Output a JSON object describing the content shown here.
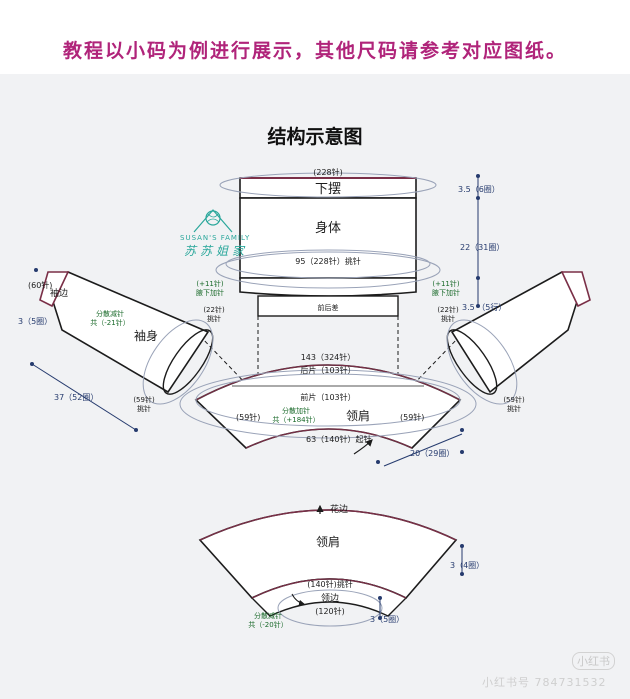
{
  "header": {
    "banner_text": "教程以小码为例进行展示，其他尺码请参考对应图纸。",
    "title": "结构示意图"
  },
  "logo": {
    "english": "SUSAN'S FAMILY",
    "chinese": "苏苏姐家"
  },
  "body": {
    "hem_stitches": "(228针)",
    "hem_label": "下摆",
    "hem_height": "3.5（6圈）",
    "body_label": "身体",
    "body_height": "22（31圈）",
    "body_pickup": "95（228针）挑针",
    "underarm_left": "(+11针)\n腋下加针",
    "underarm_right": "(+11针)\n腋下加针",
    "front_back_label": "前后差",
    "front_back_rows": "3.5 （5行）"
  },
  "left_sleeve": {
    "cuff_stitches": "(60针)",
    "cuff_label": "袖边",
    "cuff_height": "3（5圈）",
    "sleeve_label": "袖身",
    "decrease": "分散减针\n共（-21针）",
    "top_pickup": "(22针)\n挑针",
    "bottom_pickup": "(59针)\n挑针",
    "length": "37（52圈）"
  },
  "right_sleeve": {
    "top_pickup": "(22针)\n挑针",
    "bottom_pickup": "(59针)\n挑针"
  },
  "yoke": {
    "total": "143（324针）",
    "back": "后片（103针）",
    "front": "前片（103针）",
    "side_left": "(59针)",
    "side_right": "(59针)",
    "increase": "分散加针\n共（+184针）",
    "label": "领肩",
    "cast_on": "63（140针）起针",
    "height": "20（29圈）"
  },
  "collar": {
    "edge_label": "花边",
    "label": "领肩",
    "pickup": "(140针)挑针",
    "neck_label": "领边",
    "neck_stitches": "(120针)",
    "decrease": "分散减针\n共（-20针）",
    "top_height": "3（4圈）",
    "bottom_height": "3（5圈）"
  },
  "watermark": {
    "badge": "小红书",
    "id": "小红书号 784731532"
  },
  "colors": {
    "banner": "#b0247a",
    "line": "#1c1c1c",
    "accent": "#7a2f47",
    "dim": "#263b6e"
  }
}
